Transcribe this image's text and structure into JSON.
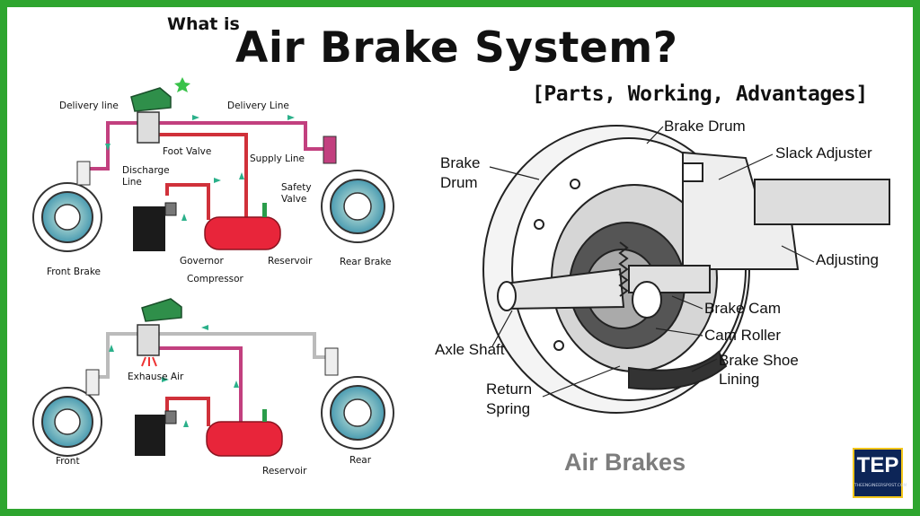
{
  "header": {
    "pre_title": "What is",
    "main_title": "Air Brake System?",
    "sub_title": "[Parts, Working, Advantages]"
  },
  "top_diagram": {
    "labels": {
      "delivery_line_left": "Delivery line",
      "delivery_line_right": "Delivery Line",
      "foot_valve": "Foot Valve",
      "discharge_line_1": "Discharge",
      "discharge_line_2": "Line",
      "supply_line": "Supply Line",
      "safety_valve_1": "Safety",
      "safety_valve_2": "Valve",
      "front_brake": "Front Brake",
      "governor": "Governor",
      "reservoir": "Reservoir",
      "compressor": "Compressor",
      "rear_brake": "Rear Brake"
    }
  },
  "bottom_diagram": {
    "labels": {
      "exhaust_air": "Exhause Air",
      "front": "Front",
      "reservoir": "Reservoir",
      "rear": "Rear"
    }
  },
  "drum_diagram": {
    "labels": {
      "brake_drum_top": "Brake Drum",
      "slack_adjuster": "Slack Adjuster",
      "brake_drum_left_1": "Brake",
      "brake_drum_left_2": "Drum",
      "adjusting": "Adjusting",
      "brake_cam": "Brake Cam",
      "cam_roller": "Cam Roller",
      "axle_shaft": "Axle Shaft",
      "brake_shoe_1": "Brake Shoe",
      "brake_shoe_2": "Lining",
      "return_spring_1": "Return",
      "return_spring_2": "Spring"
    },
    "caption": "Air Brakes"
  },
  "logo": {
    "text": "TEP",
    "subtext": "THEENGINEERSPOST.COM"
  },
  "colors": {
    "border": "#2ea52f",
    "pipe_red": "#d0313a",
    "pipe_magenta": "#c2407f",
    "tank_red": "#e8253a",
    "pedal_green": "#2f8f4a",
    "shoe_teal": "#4a9bb1",
    "logo_bg": "#0d2557",
    "caption_gray": "#7d7d7d"
  }
}
